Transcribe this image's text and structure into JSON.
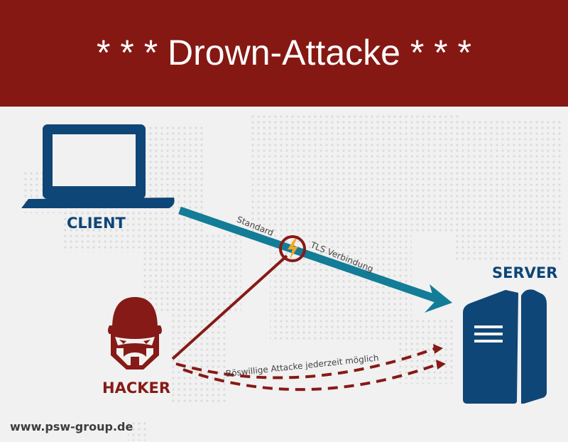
{
  "header": {
    "title": "* * * Drown-Attacke * * *"
  },
  "nodes": {
    "client": {
      "label": "CLIENT",
      "icon": "laptop-icon"
    },
    "server": {
      "label": "SERVER",
      "icon": "server-icon"
    },
    "hacker": {
      "label": "HACKER",
      "icon": "hacker-icon"
    }
  },
  "connections": {
    "tls_part1": "Standard",
    "tls_part2": "TLS Verbindung",
    "attack": "Böswillige Attacke jederzeit möglich"
  },
  "footer": {
    "url": "www.psw-group.de"
  },
  "colors": {
    "banner": "#851813",
    "blue": "#0e4677",
    "teal": "#137c97",
    "red": "#861a16",
    "bolt": "#f5a623"
  }
}
